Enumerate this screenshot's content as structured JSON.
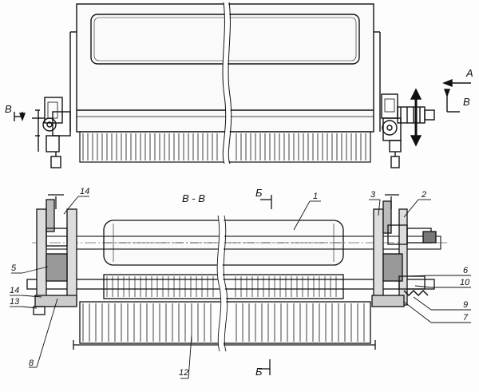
{
  "section_title": "В - В",
  "view_markers": {
    "arrow_a": "А",
    "section_left": "В",
    "section_right": "В",
    "cut_top": "Б",
    "cut_bottom": "Б"
  },
  "callouts": {
    "c1": "1",
    "c2": "2",
    "c3": "3",
    "c5": "5",
    "c6": "6",
    "c7": "7",
    "c8": "8",
    "c9": "9",
    "c10": "10",
    "c12": "12",
    "c13": "13",
    "c14_top": "14",
    "c14_left": "14"
  }
}
